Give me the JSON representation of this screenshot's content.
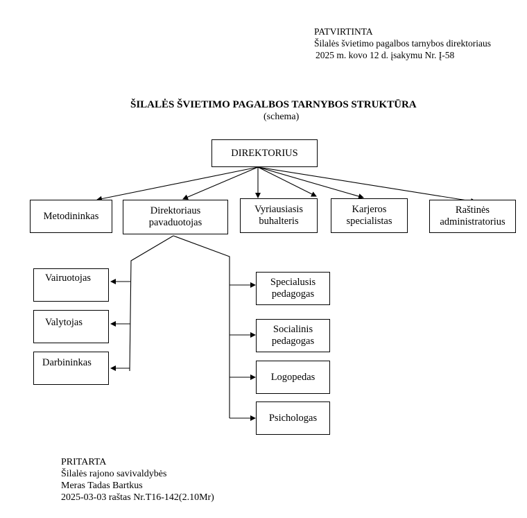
{
  "approval": {
    "line1": "PATVIRTINTA",
    "line2": "Šilalės švietimo pagalbos tarnybos direktoriaus",
    "line3": "2025 m. kovo 12 d. įsakymu Nr. Į-58"
  },
  "title": "ŠILALĖS ŠVIETIMO PAGALBOS TARNYBOS STRUKTŪRA",
  "subtitle": "(schema)",
  "nodes": {
    "director": "DIREKTORIUS",
    "methodologist": "Metodininkas",
    "deputy": "Direktoriaus\npavaduotojas",
    "chief_accountant": "Vyriausiasis\nbuhalteris",
    "career_specialist": "Karjeros\nspecialistas",
    "office_administrator": "Raštinės\nadministratorius",
    "driver": "Vairuotojas",
    "cleaner": "Valytojas",
    "worker": "Darbininkas",
    "special_pedagogue": "Specialusis\npedagogas",
    "social_pedagogue": "Socialinis\npedagogas",
    "speech_therapist": "Logopedas",
    "psychologist": "Psichologas"
  },
  "agreement": {
    "line1": "PRITARTA",
    "line2": "Šilalės rajono savivaldybės",
    "line3": "Meras Tadas Bartkus",
    "line4": "2025-03-03 raštas Nr.T16-142(2.10Mr)"
  }
}
